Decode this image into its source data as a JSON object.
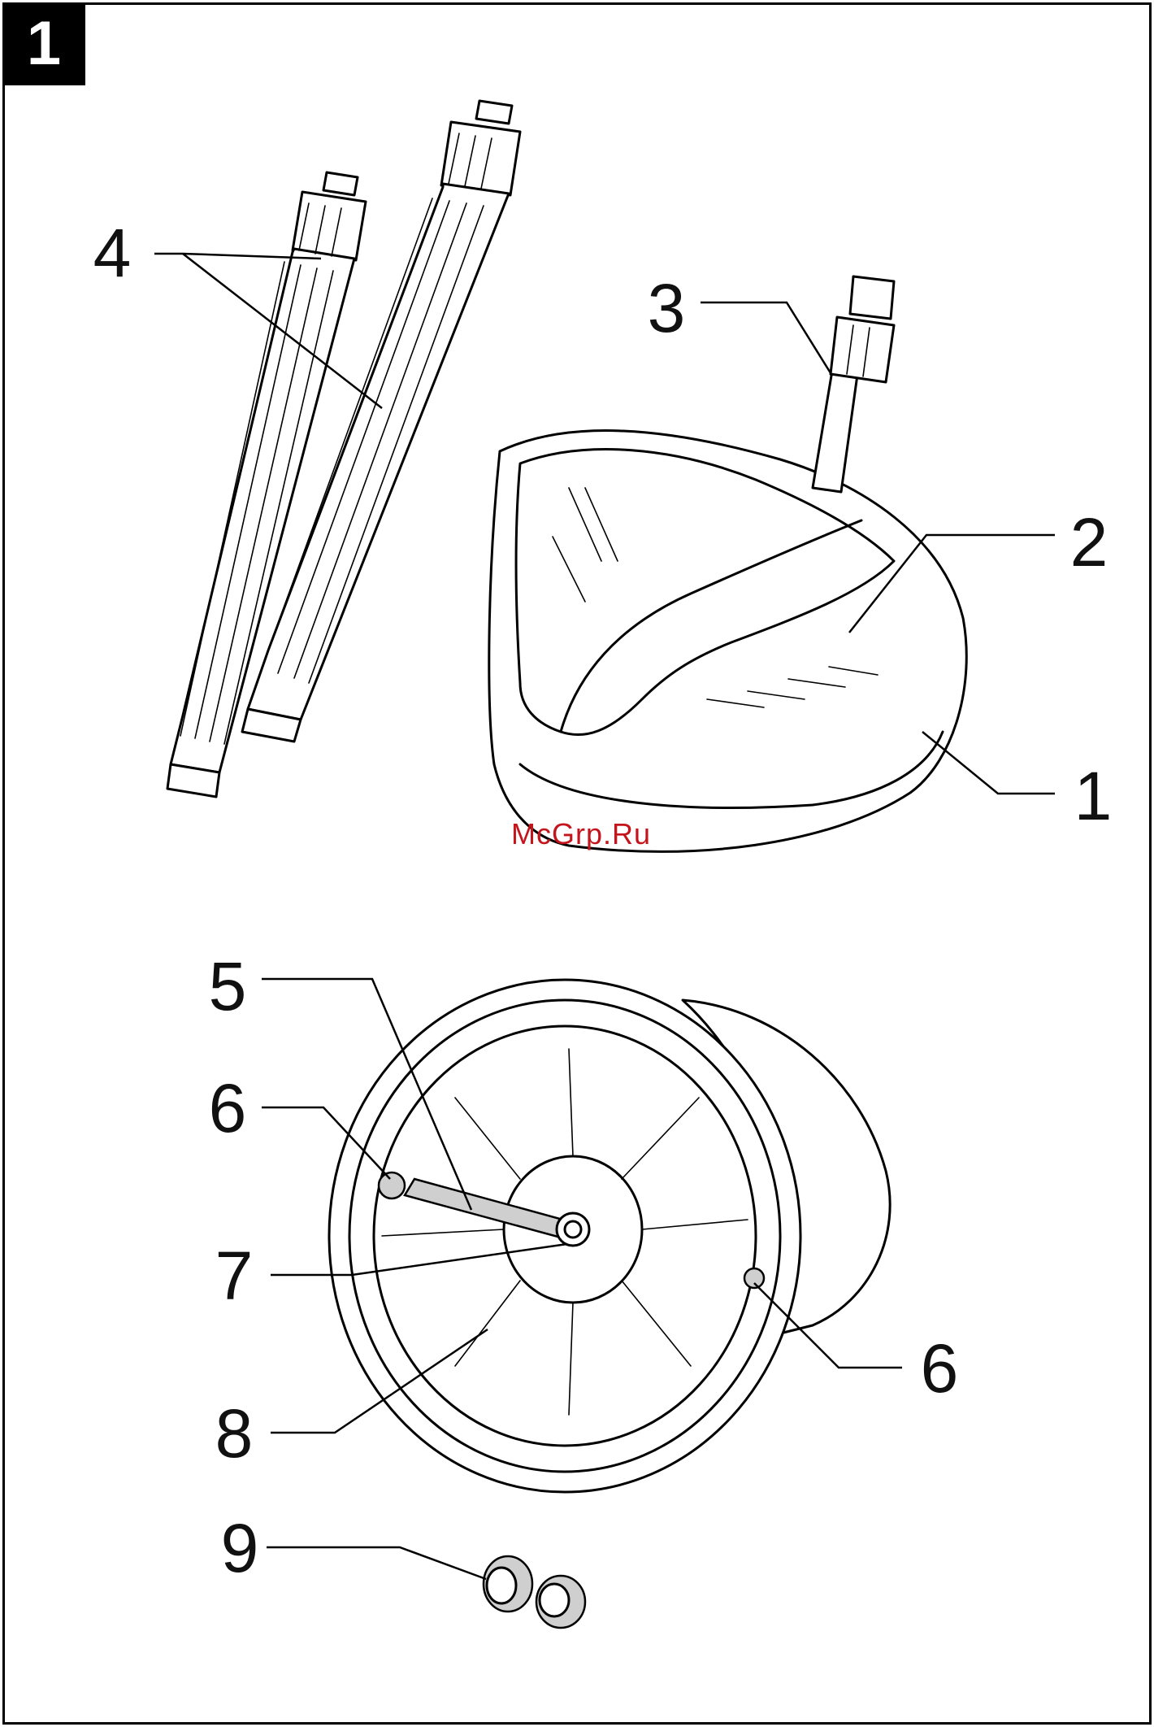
{
  "figure": {
    "number": "1"
  },
  "watermark": "McGrp.Ru",
  "callouts": {
    "c1": "1",
    "c2": "2",
    "c3": "3",
    "c4": "4",
    "c5": "5",
    "c6a": "6",
    "c6b": "6",
    "c7": "7",
    "c8": "8",
    "c9": "9"
  },
  "colors": {
    "ink": "#000000",
    "watermark": "#c4151c"
  }
}
